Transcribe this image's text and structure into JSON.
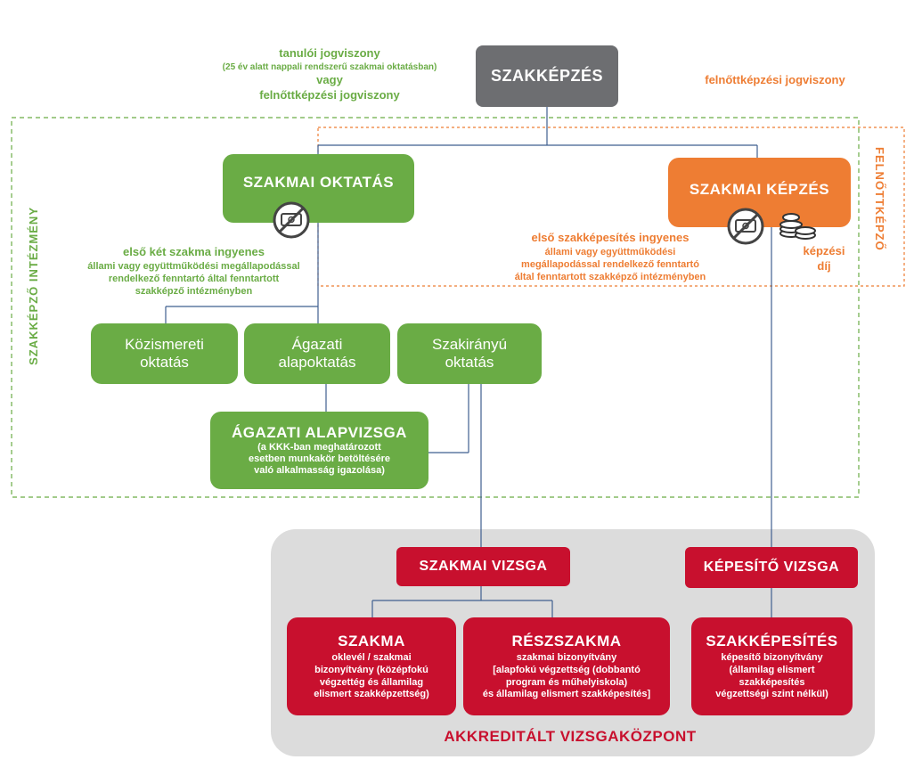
{
  "top_note": {
    "l1": "tanulói jogviszony",
    "l2": "(25 év alatt nappali rendszerű szakmai oktatásban)",
    "l3": "vagy",
    "l4": "felnőttképzési jogviszony"
  },
  "right_note": "felnőttképzési jogviszony",
  "root": "SZAKKÉPZÉS",
  "szakmai_oktatas": "SZAKMAI OKTATÁS",
  "szakmai_kepzes": "SZAKMAI KÉPZÉS",
  "left_vertical": "SZAKKÉPZŐ INTÉZMÉNY",
  "right_vertical": "FELNŐTTKÉPZŐ",
  "oktatas_note": {
    "l1": "első két szakma ingyenes",
    "l2": "állami vagy együttműködési megállapodással",
    "l3": "rendelkező fenntartó által fenntartott",
    "l4": "szakképző intézményben"
  },
  "kepzes_note": {
    "l1": "első szakképesítés ingyenes",
    "l2": "állami vagy együttműködési",
    "l3": "megállapodással rendelkező fenntartó",
    "l4": "által fenntartott szakképző intézményben"
  },
  "fee_note": {
    "l1": "képzési",
    "l2": "díj"
  },
  "kozismereti": {
    "l1": "Közismereti",
    "l2": "oktatás"
  },
  "agazati": {
    "l1": "Ágazati",
    "l2": "alapoktatás"
  },
  "szakiranyu": {
    "l1": "Szakirányú",
    "l2": "oktatás"
  },
  "alapvizsga": {
    "title": "ÁGAZATI ALAPVIZSGA",
    "l1": "(a KKK-ban meghatározott",
    "l2": "esetben munkakör betöltésére",
    "l3": "való alkalmasság igazolása)"
  },
  "szakmai_vizsga": "SZAKMAI VIZSGA",
  "kepesito_vizsga": "KÉPESÍTŐ VIZSGA",
  "szakma": {
    "title": "SZAKMA",
    "l1": "oklevél / szakmai",
    "l2": "bizonyítvány (középfokú",
    "l3": "végzettég és államilag",
    "l4": "elismert szakképzettség)"
  },
  "reszszakma": {
    "title": "RÉSZSZAKMA",
    "l1": "szakmai bizonyítvány",
    "l2": "[alapfokú végzettség (dobbantó",
    "l3": "program és műhelyiskola)",
    "l4": "és államilag elismert szakképesítés]"
  },
  "szakkepesites": {
    "title": "SZAKKÉPESÍTÉS",
    "l1": "képesítő bizonyítvány",
    "l2": "(államilag elismert",
    "l3": "szakképesítés",
    "l4": "végzettségi szint nélkül)"
  },
  "akkreditalt": "AKKREDITÁLT VIZSGAKÖZPONT",
  "colors": {
    "green": "#6aac45",
    "orange": "#ee7d33",
    "gray": "#6d6e71",
    "red": "#c8102e",
    "light_gray": "#dcdcdc",
    "line_blue": "#3f5f8f"
  }
}
